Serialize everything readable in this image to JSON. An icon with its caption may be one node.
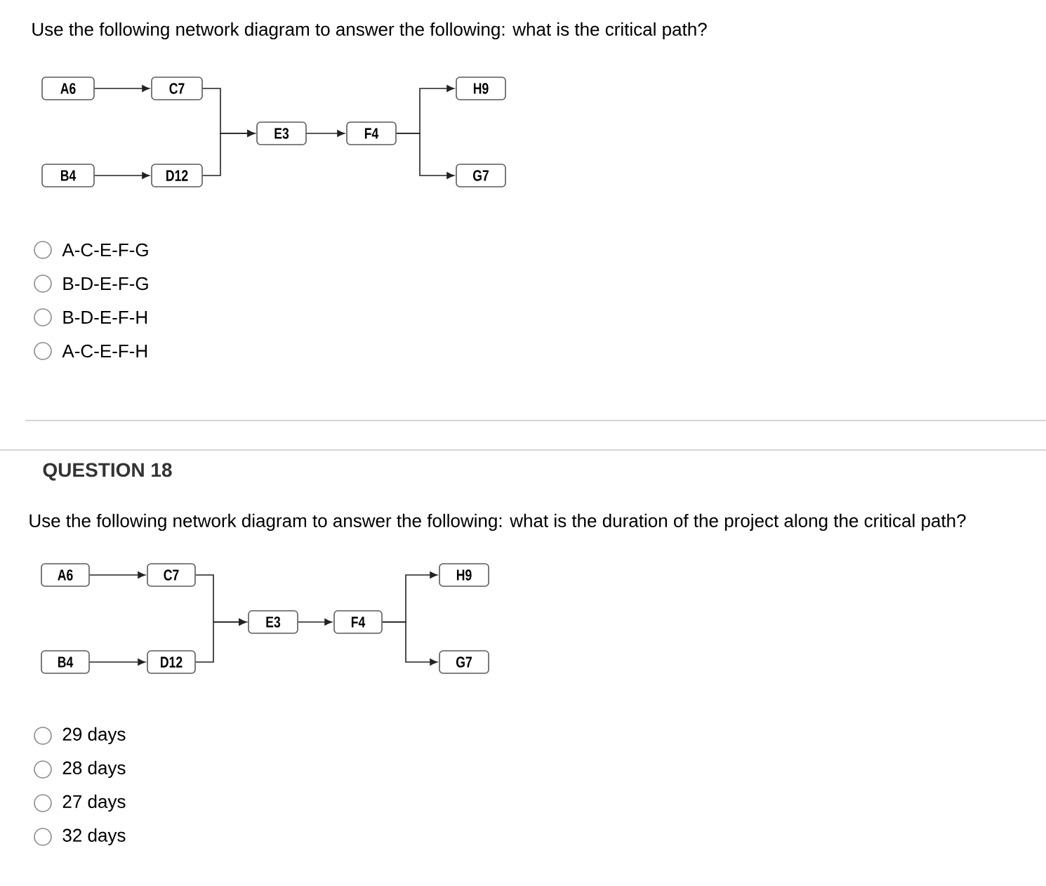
{
  "diagram": {
    "nodes": [
      {
        "text": [
          "A6"
        ]
      },
      {
        "text": [
          "C7"
        ]
      },
      {
        "text": [
          "H9"
        ]
      },
      {
        "text": [
          "E3"
        ]
      },
      {
        "text": [
          "F4"
        ]
      },
      {
        "text": [
          "B4"
        ]
      },
      {
        "text": [
          "D12"
        ]
      },
      {
        "text": [
          "G7"
        ]
      },
      {
        "text": [
          "A6"
        ]
      },
      {
        "text": [
          "C7"
        ]
      },
      {
        "text": [
          "H9"
        ]
      },
      {
        "text": [
          "E3"
        ]
      },
      {
        "text": [
          "F4"
        ]
      },
      {
        "text": [
          "B4"
        ]
      },
      {
        "text": [
          "D12"
        ]
      },
      {
        "text": [
          "G7"
        ]
      }
    ],
    "edges": [
      {
        "from": 0,
        "to": 1,
        "arrow": "to"
      },
      {
        "from": 5,
        "to": 6,
        "arrow": "to"
      },
      {
        "from": 1,
        "to": 3,
        "arrow": "to"
      },
      {
        "from": 6,
        "to": 3,
        "arrow": "to"
      },
      {
        "from": 3,
        "to": 4,
        "arrow": "to"
      },
      {
        "from": 4,
        "to": 2,
        "arrow": "to"
      },
      {
        "from": 4,
        "to": 7,
        "arrow": "to"
      },
      {
        "from": 8,
        "to": 9,
        "arrow": "to"
      },
      {
        "from": 13,
        "to": 14,
        "arrow": "to"
      },
      {
        "from": 9,
        "to": 11,
        "arrow": "to"
      },
      {
        "from": 14,
        "to": 11,
        "arrow": "to"
      },
      {
        "from": 11,
        "to": 12,
        "arrow": "to"
      },
      {
        "from": 12,
        "to": 10,
        "arrow": "to"
      },
      {
        "from": 12,
        "to": 15,
        "arrow": "to"
      }
    ],
    "labels": [
      "Use the following network diagram to answer the following: what is the critical path?",
      "A-C-E-F-G",
      "B-D-E-F-G",
      "B-D-E-F-H",
      "A-C-E-F-H",
      "QUESTION 18",
      "Use the following network diagram to answer the following: what is the duration of the project along the critical path?",
      "29 days",
      "28 days",
      "27 days",
      "32 days"
    ]
  }
}
